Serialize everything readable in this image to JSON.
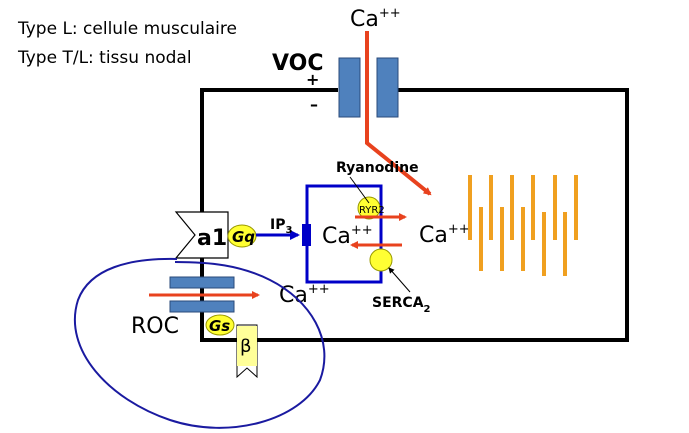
{
  "legend": {
    "line1": "Type L: cellule musculaire",
    "line2": "Type T/L: tissu nodal"
  },
  "labels": {
    "voc": "VOC",
    "plus": "+",
    "minus": "–",
    "ca_top": "Ca",
    "ca_top_sup": "++",
    "ryanodine": "Ryanodine",
    "ryr2": "RYR2",
    "ip3": "IP",
    "ip3_sub": "3",
    "ca_sr": "Ca",
    "ca_sr_sup": "++",
    "ca_cyto": "Ca",
    "ca_cyto_sup": "++",
    "serca": "SERCA",
    "serca_sub": "2",
    "a1": "a1",
    "gq": "Gq",
    "roc": "ROC",
    "ca_roc": "Ca",
    "ca_roc_sup": "++",
    "gs": "Gs",
    "beta": "β"
  },
  "colors": {
    "channel_blue": "#4f81bd",
    "flux_red": "#e8421e",
    "sr_blue": "#0000c8",
    "yellow": "#ffff33",
    "beta_bg": "#ffff99",
    "contraction_orange": "#f0a020",
    "loop_blue": "#1a1aa0"
  }
}
